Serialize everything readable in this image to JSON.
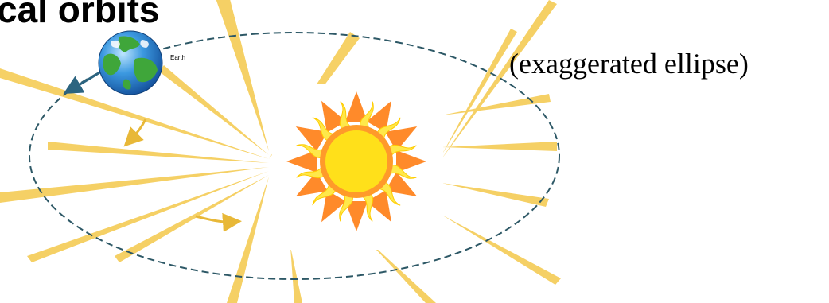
{
  "title": "cal orbits",
  "earth_label": "Earth",
  "note": "(exaggerated ellipse)",
  "icons": {
    "earth": "earth-globe-icon",
    "sun": "sun-icon"
  },
  "colors": {
    "orbit": "#2d5866",
    "rays": "#f5cc55",
    "arrows": "#e8b838",
    "earth_arrow": "#2c6480",
    "sun_core": "#ffe01a",
    "sun_outer_flames": "#ff8a2a",
    "sun_inner_flames": "#ffe84a",
    "ocean": "#2a86d2",
    "land": "#3fa63a"
  }
}
